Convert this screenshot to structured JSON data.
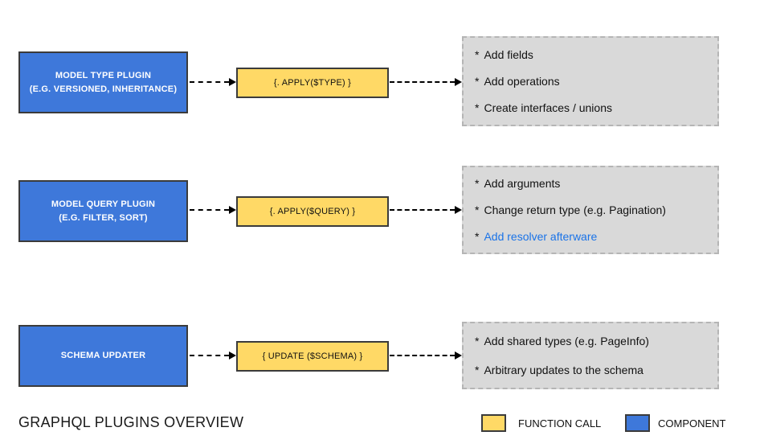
{
  "title": "GRAPHQL PLUGINS OVERVIEW",
  "rows": [
    {
      "component": {
        "line1": "MODEL TYPE PLUGIN",
        "line2": "(E.G. VERSIONED, INHERITANCE)"
      },
      "function_call": "{. APPLY($TYPE) }",
      "bullets": [
        {
          "marker": "*",
          "text": "Add fields"
        },
        {
          "marker": "*",
          "text": "Add operations"
        },
        {
          "marker": "*",
          "text": "Create interfaces / unions"
        }
      ]
    },
    {
      "component": {
        "line1": "MODEL QUERY PLUGIN",
        "line2": "(E.G. FILTER, SORT)"
      },
      "function_call": "{. APPLY($QUERY) }",
      "bullets": [
        {
          "marker": "*",
          "text": "Add arguments"
        },
        {
          "marker": "*",
          "text": "Change return type (e.g. Pagination)"
        },
        {
          "marker": "*",
          "text": "Add resolver afterware",
          "link": true
        }
      ]
    },
    {
      "component": {
        "line1": "SCHEMA UPDATER"
      },
      "function_call": "{ UPDATE ($SCHEMA) }",
      "bullets": [
        {
          "marker": "*",
          "text": "Add shared types (e.g. PageInfo)"
        },
        {
          "marker": "*",
          "text": "Arbitrary updates to the schema"
        }
      ]
    }
  ],
  "legend": {
    "items": [
      {
        "label": "FUNCTION CALL",
        "color": "#ffd966"
      },
      {
        "label": "COMPONENT",
        "color": "#3e78da"
      }
    ]
  },
  "colors": {
    "component_fill": "#3e78da",
    "function_call_fill": "#ffd966",
    "panel_fill": "#d9d9d9",
    "panel_border": "#b5b5b5",
    "box_border": "#3b3b3b",
    "link_text": "#1a73e8",
    "arrow": "#000000"
  }
}
